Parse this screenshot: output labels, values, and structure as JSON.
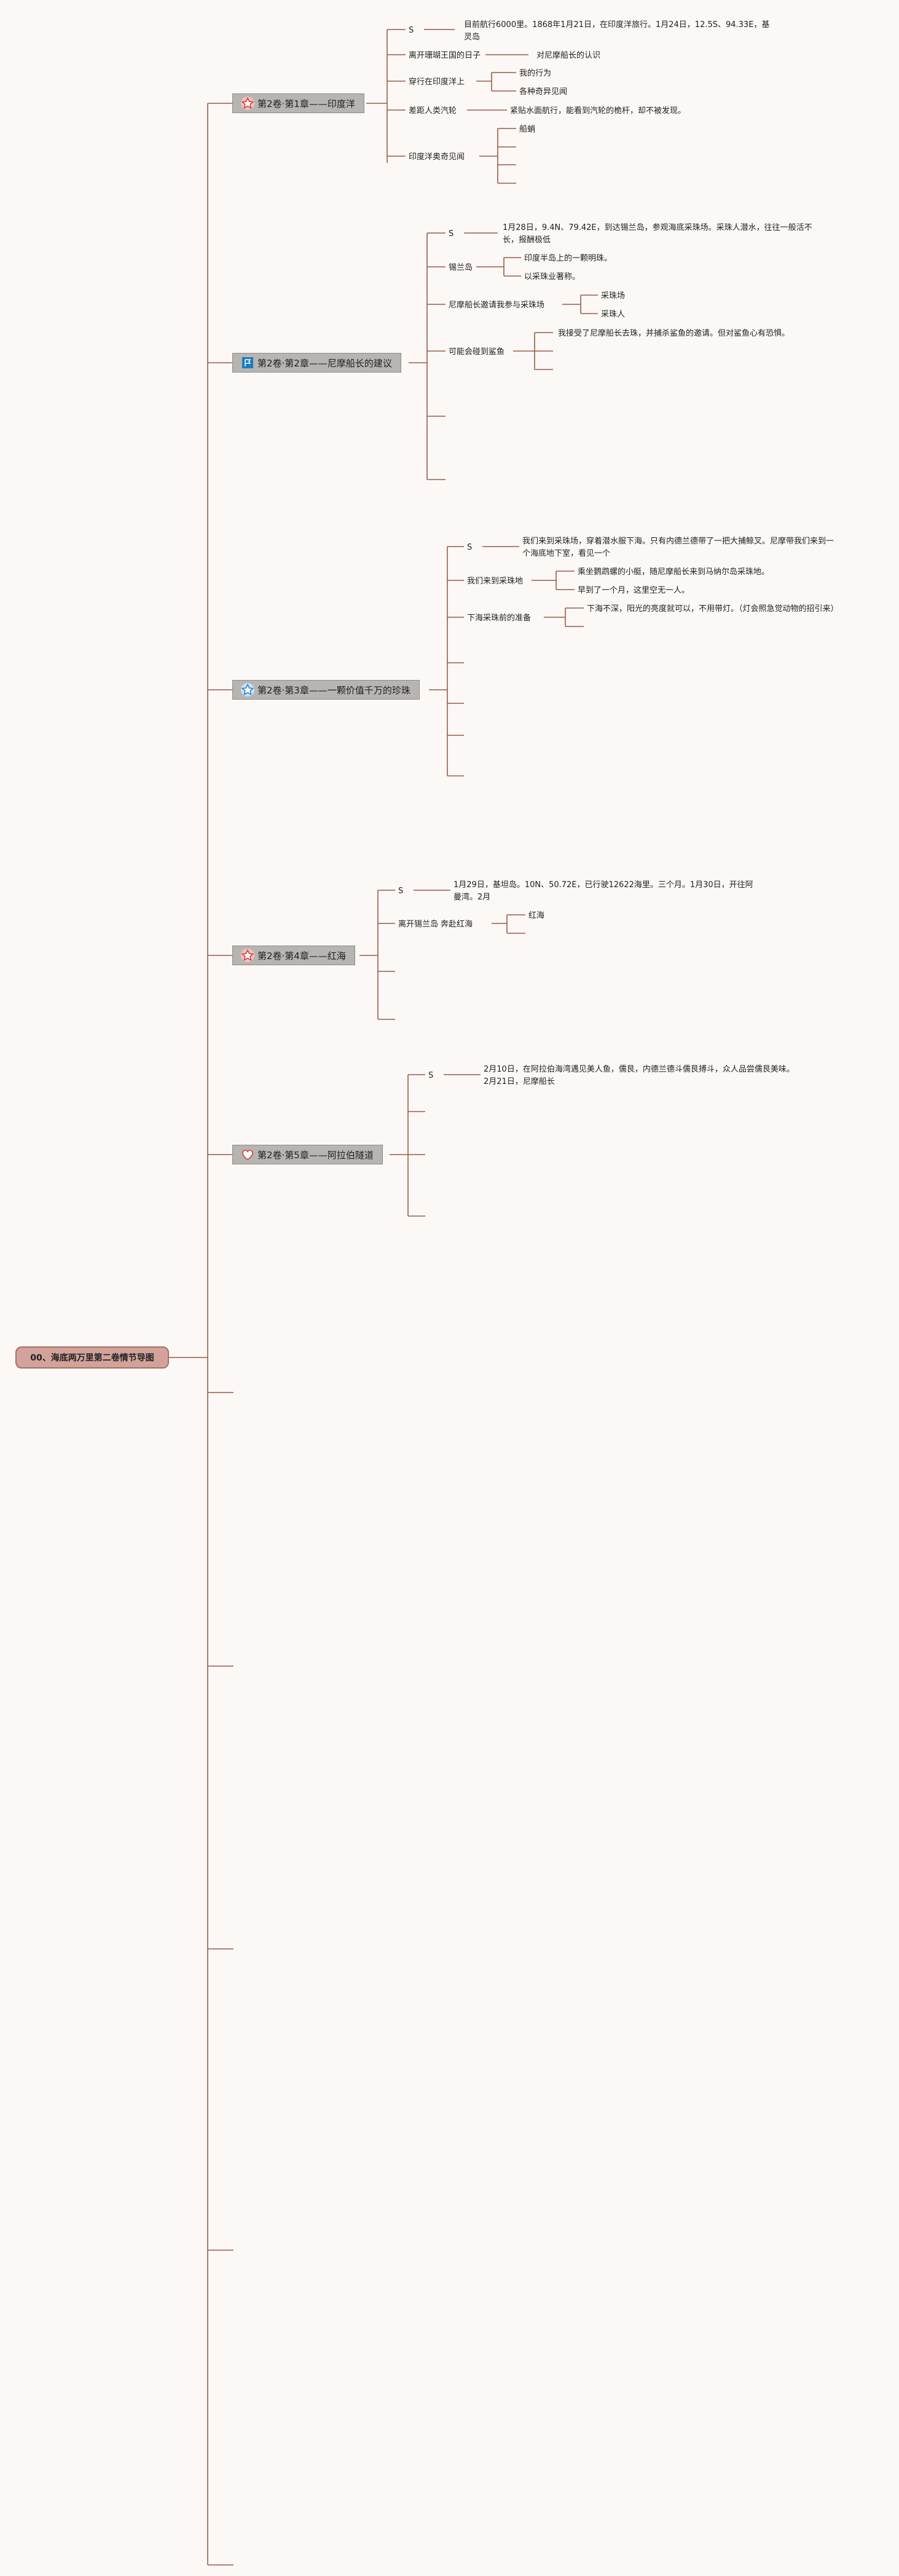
{
  "root": {
    "label": "00、海底两万里第二卷情节导图"
  },
  "colors": {
    "line": "#9a5a48",
    "root_fill": "#d3a39b",
    "chapter_fill": "#b7b4b2"
  },
  "chapters": [
    {
      "label": "第2卷·第1章——印度洋",
      "icon": "star-outline-red",
      "items": [
        {
          "label": "S",
          "children": [
            "目前航行6000里。1868年1月21日，在印度洋旅行。1月24日，12.5S、94.33E，基灵岛"
          ]
        },
        {
          "label": "离开珊瑚王国的日子",
          "children": [
            "对尼摩船长的认识"
          ]
        },
        {
          "label": "穿行在印度洋上",
          "children": [
            "我的行为",
            "各种奇异见闻"
          ]
        },
        {
          "label": "差距人类汽轮",
          "children": [
            "紧贴水面航行，能看到汽轮的桅杆，却不被发现。"
          ]
        },
        {
          "label": "印度洋奥奇见闻",
          "children": [
            "船蛸"
          ]
        }
      ]
    },
    {
      "label": "第2卷·第2章——尼摩船长的建议",
      "icon": "flag-blue",
      "items": [
        {
          "label": "S",
          "children": [
            "1月28日，9.4N、79.42E，到达锡兰岛，参观海底采珠场。采珠人潜水，往往一般活不长，报酬极低"
          ]
        },
        {
          "label": "锡兰岛",
          "children": [
            "印度半岛上的一颗明珠。",
            "以采珠业著称。"
          ]
        },
        {
          "label": "尼摩船长邀请我参与采珠场",
          "children": [
            "采珠场",
            "采珠人"
          ]
        },
        {
          "label": "可能会碰到鲨鱼",
          "children": [
            "我接受了尼摩船长去珠，并捕杀鲨鱼的邀请。但对鲨鱼心有恐惧。"
          ]
        }
      ]
    },
    {
      "label": "第2卷·第3章——一颗价值千万的珍珠",
      "icon": "star-outline-blue",
      "items": [
        {
          "label": "S",
          "children": [
            "我们来到采珠场，穿着潜水服下海。只有内德兰德带了一把大捕鲸叉。尼摩带我们来到一个海底地下室，看见一个"
          ]
        },
        {
          "label": "我们来到采珠地",
          "children": [
            "乘坐鹦鹉螺的小艇，随尼摩船长来到马纳尔岛采珠地。",
            "早到了一个月，这里空无一人。"
          ]
        },
        {
          "label": "下海采珠前的准备",
          "children": [
            "下海不深，阳光的亮度就可以，不用带灯。（灯会照急觉动物的招引来）"
          ]
        }
      ]
    },
    {
      "label": "第2卷·第4章——红海",
      "icon": "star-outline-red",
      "items": [
        {
          "label": "S",
          "children": [
            "1月29日，基坦岛。10N、50.72E，已行驶12622海里。三个月。1月30日，开往阿曼湾。2月"
          ]
        },
        {
          "label": "离开锡兰岛 奔赴红海",
          "children": [
            "红海"
          ]
        }
      ]
    },
    {
      "label": "第2卷·第5章——阿拉伯隧道",
      "icon": "heart-outline-red",
      "items": [
        {
          "label": "S",
          "children": [
            "2月10日，在阿拉伯海湾遇见美人鱼，儒艮，内德兰德斗儒艮搏斗，众人品尝儒艮美味。2月21日，尼摩船长"
          ]
        }
      ]
    }
  ]
}
